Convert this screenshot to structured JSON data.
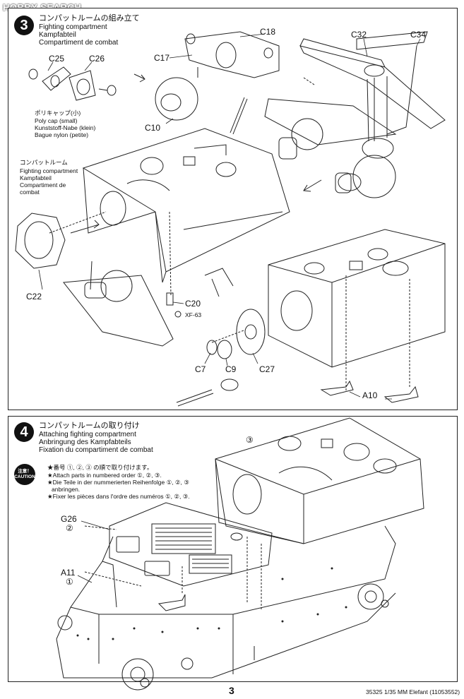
{
  "watermark": "HOBBY SEARCH",
  "page_number": "3",
  "footer": "35325  1/35 MM Elefant (11053552)",
  "step3": {
    "number": "3",
    "title_jp": "コンパットルームの組み立て",
    "title_en": "Fighting compartment",
    "title_de": "Kampfabteil",
    "title_fr": "Compartiment de combat",
    "parts": {
      "c25": "C25",
      "c26": "C26",
      "c17": "C17",
      "c18": "C18",
      "c10": "C10",
      "c32": "C32",
      "c34": "C34",
      "c22": "C22",
      "c20": "C20",
      "xf63": "XF-63",
      "c7": "C7",
      "c9": "C9",
      "c27": "C27",
      "a10": "A10"
    },
    "polycap": {
      "jp": "ポリキャップ(小)",
      "en": "Poly cap (small)",
      "de": "Kunststoff-Nabe (klein)",
      "fr": "Bague nylon (petite)"
    },
    "compartment_note": {
      "jp": "コンパットルーム",
      "en": "Fighting compartment",
      "de": "Kampfabteil",
      "fr_1": "Compartiment de",
      "fr_2": "combat"
    }
  },
  "step4": {
    "number": "4",
    "title_jp": "コンパットルームの取り付け",
    "title_en": "Attaching fighting compartment",
    "title_de": "Anbringung des Kampfabteils",
    "title_fr": "Fixation du compartiment de combat",
    "caution_label": "注意！ CAUTION",
    "notes": [
      "★番号 ①, ②, ③ の順で取り付けます。",
      "★Attach parts in numbered order ①, ②, ③.",
      "★Die Teile in der nummerierten Reihenfolge ①, ②, ③",
      "anbringen.",
      "★Fixer les pièces dans l'ordre des numéros ①, ②, ③."
    ],
    "parts": {
      "g26": "G26",
      "g26_order": "②",
      "a11": "A11",
      "a11_order": "①",
      "comp_order": "③"
    }
  }
}
